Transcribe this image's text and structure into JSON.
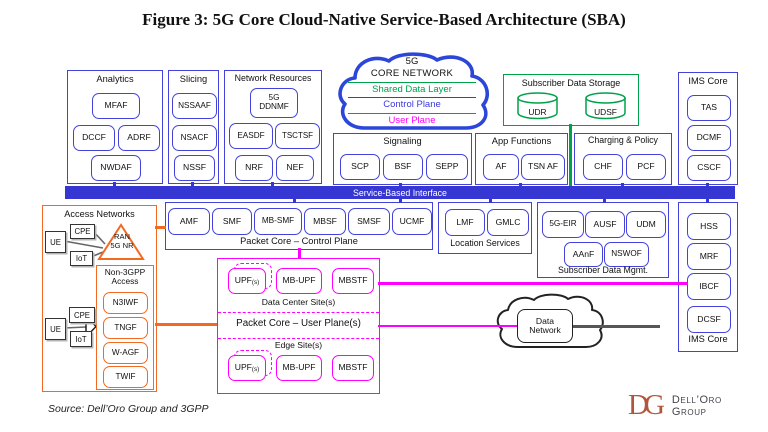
{
  "title": "Figure 3: 5G Core Cloud-Native Service-Based Architecture (SBA)",
  "source": "Source: Dell’Oro Group and 3GPP",
  "logo": {
    "monogram": "DG",
    "name_top": "Dell’Oro",
    "name_bottom": "Group"
  },
  "colors": {
    "blue": "#4343DC",
    "bar_blue": "#3636D2",
    "green": "#00A14B",
    "magenta": "#FF00FF",
    "orange": "#F26A21",
    "gray_line": "#575757",
    "logo_rust": "#B2563B"
  },
  "cloud5g": {
    "line1": "5G",
    "line2": "CORE NETWORK",
    "shared": "Shared Data Layer",
    "control": "Control Plane",
    "user": "User Plane"
  },
  "sbi": {
    "label": "Service-Based Interface"
  },
  "analytics": {
    "label": "Analytics",
    "mfaf": "MFAF",
    "dccf": "DCCF",
    "adrf": "ADRF",
    "nwdaf": "NWDAF"
  },
  "slicing": {
    "label": "Slicing",
    "nssaaf": "NSSAAF",
    "nsacf": "NSACF",
    "nssf": "NSSF"
  },
  "netres": {
    "label": "Network Resources",
    "ddnmf": "5G\nDDNMF",
    "easdf": "EASDF",
    "tsctsf": "TSCTSF",
    "nrf": "NRF",
    "nef": "NEF"
  },
  "signaling": {
    "label": "Signaling",
    "scp": "SCP",
    "bsf": "BSF",
    "sepp": "SEPP"
  },
  "appfunc": {
    "label": "App Functions",
    "af": "AF",
    "tsnaf": "TSN AF"
  },
  "charging": {
    "label": "Charging & Policy",
    "chf": "CHF",
    "pcf": "PCF"
  },
  "sds": {
    "label": "Subscriber Data Storage",
    "udr": "UDR",
    "udsf": "UDSF"
  },
  "ims_top": {
    "label": "IMS Core",
    "tas": "TAS",
    "dcmf": "DCMF",
    "cscf": "CSCF"
  },
  "access": {
    "label": "Access Networks",
    "ue1": "UE",
    "cpe1": "CPE",
    "iot1": "IoT",
    "ran": "RAN\n5G NR",
    "non3gpp_label": "Non-3GPP\nAccess",
    "n3iwf": "N3IWF",
    "tngf": "TNGF",
    "wagf": "W-AGF",
    "twif": "TWIF",
    "ue2": "UE",
    "cpe2": "CPE",
    "iot2": "IoT"
  },
  "pcc": {
    "label": "Packet Core – Control Plane",
    "amf": "AMF",
    "smf": "SMF",
    "mbsmf": "MB-SMF",
    "mbsf": "MBSF",
    "smsf": "SMSF",
    "ucmf": "UCMF"
  },
  "locserv": {
    "label": "Location Services",
    "lmf": "LMF",
    "gmlc": "GMLC"
  },
  "sdm": {
    "label": "Subscriber Data Mgmt.",
    "eir": "5G-EIR",
    "ausf": "AUSF",
    "udm": "UDM",
    "aanf": "AAnF",
    "nswof": "NSWOF"
  },
  "ims_bottom": {
    "label": "IMS Core",
    "hss": "HSS",
    "mrf": "MRF",
    "ibcf": "IBCF",
    "dcsf": "DCSF"
  },
  "pcu": {
    "label": "Packet Core – User Plane(s)",
    "dc_label": "Data Center Site(s)",
    "edge_label": "Edge Site(s)",
    "upf_main": "UPF",
    "upf_sub": "(s)",
    "mbupf": "MB-UPF",
    "mbstf": "MBSTF"
  },
  "datanet": {
    "label": "Data\nNetwork"
  }
}
